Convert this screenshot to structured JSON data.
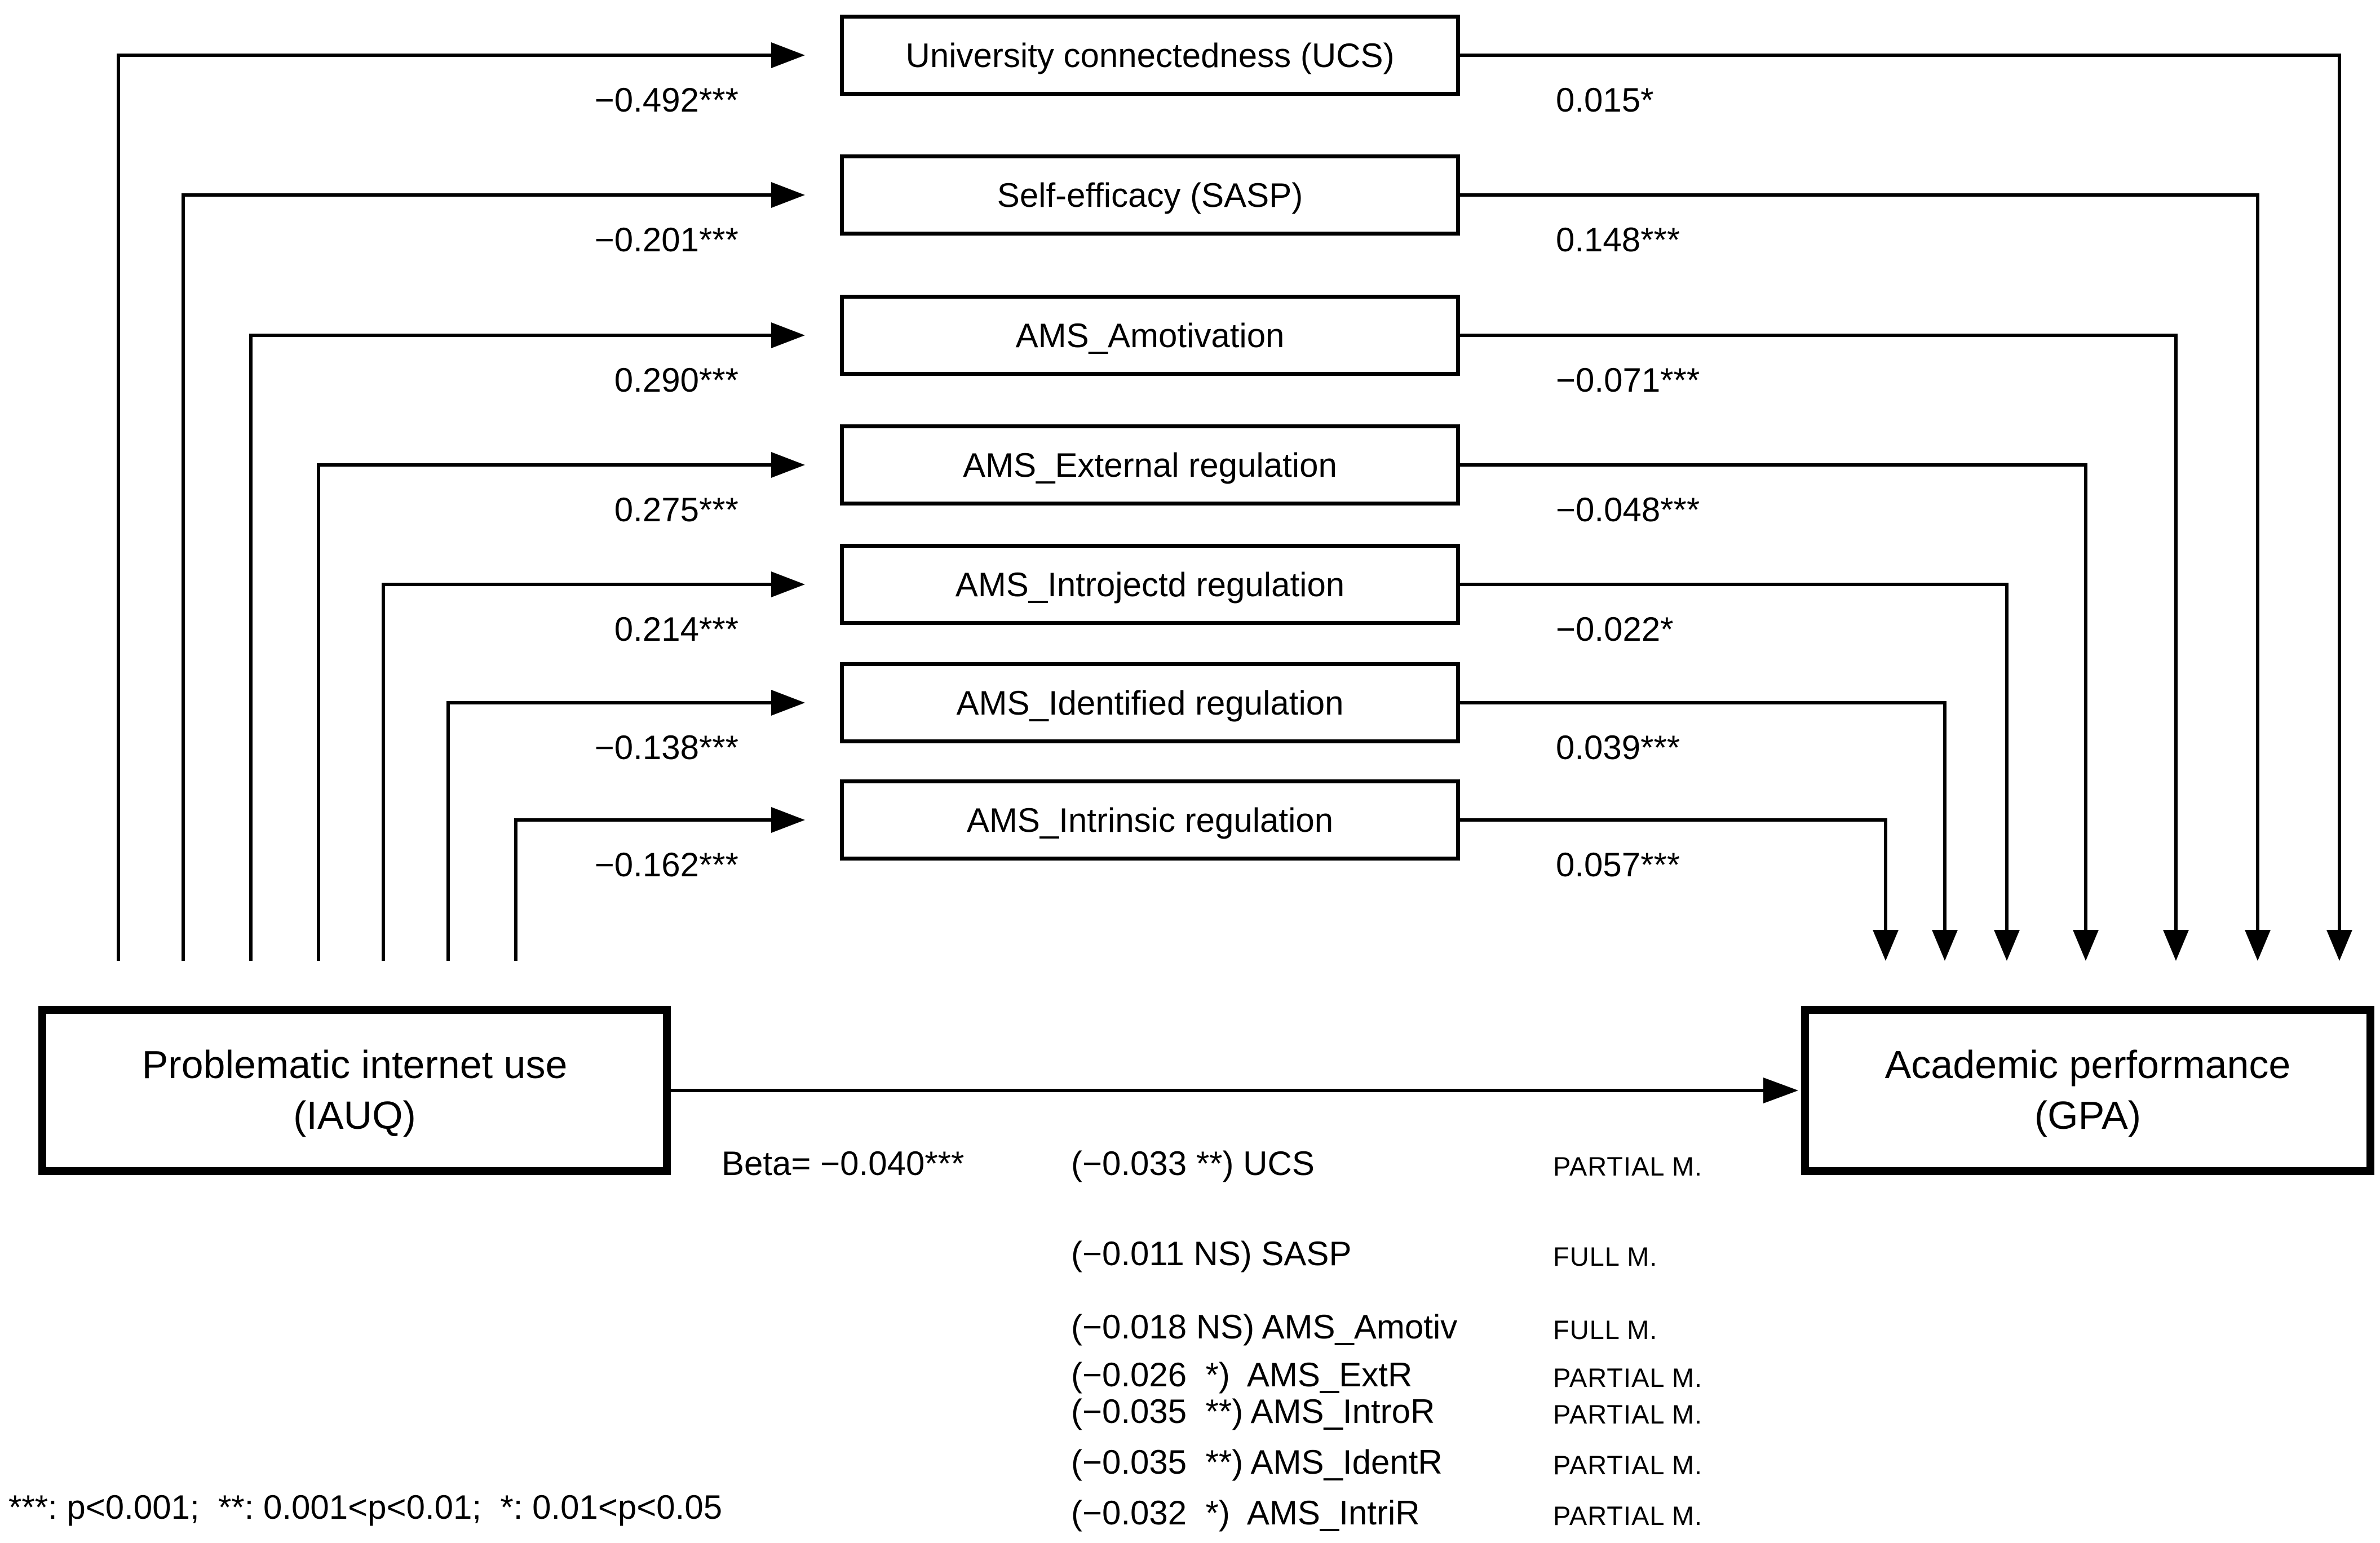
{
  "diagram": {
    "predictor": {
      "line1": "Problematic internet use",
      "line2": "(IAUQ)"
    },
    "outcome": {
      "line1": "Academic performance",
      "line2": "(GPA)"
    },
    "direct_path_label": "Beta= −0.040***",
    "mediators": [
      {
        "label": "University connectedness (UCS)",
        "a": "−0.492***",
        "b": "0.015*",
        "indirect": "(−0.033 **) UCS",
        "mediation": "PARTIAL M."
      },
      {
        "label": "Self-efficacy (SASP)",
        "a": "−0.201***",
        "b": "0.148***",
        "indirect": "(−0.011 NS) SASP",
        "mediation": "FULL M."
      },
      {
        "label": "AMS_Amotivation",
        "a": "0.290***",
        "b": "−0.071***",
        "indirect": "(−0.018 NS) AMS_Amotiv",
        "mediation": "FULL M."
      },
      {
        "label": "AMS_External regulation",
        "a": "0.275***",
        "b": "−0.048***",
        "indirect": "(−0.026  *)  AMS_ExtR",
        "mediation": "PARTIAL M."
      },
      {
        "label": "AMS_Introjectd regulation",
        "a": "0.214***",
        "b": "−0.022*",
        "indirect": "(−0.035  **) AMS_IntroR",
        "mediation": "PARTIAL M."
      },
      {
        "label": "AMS_Identified regulation",
        "a": "−0.138***",
        "b": "0.039***",
        "indirect": "(−0.035  **) AMS_IdentR",
        "mediation": "PARTIAL M."
      },
      {
        "label": "AMS_Intrinsic regulation",
        "a": "−0.162***",
        "b": "0.057***",
        "indirect": "(−0.032  *)  AMS_IntriR",
        "mediation": "PARTIAL M."
      }
    ],
    "footnote": "***: p<0.001;  **: 0.001<p<0.01;  *: 0.01<p<0.05",
    "ink_color": "#000000",
    "background_color": "#ffffff"
  }
}
